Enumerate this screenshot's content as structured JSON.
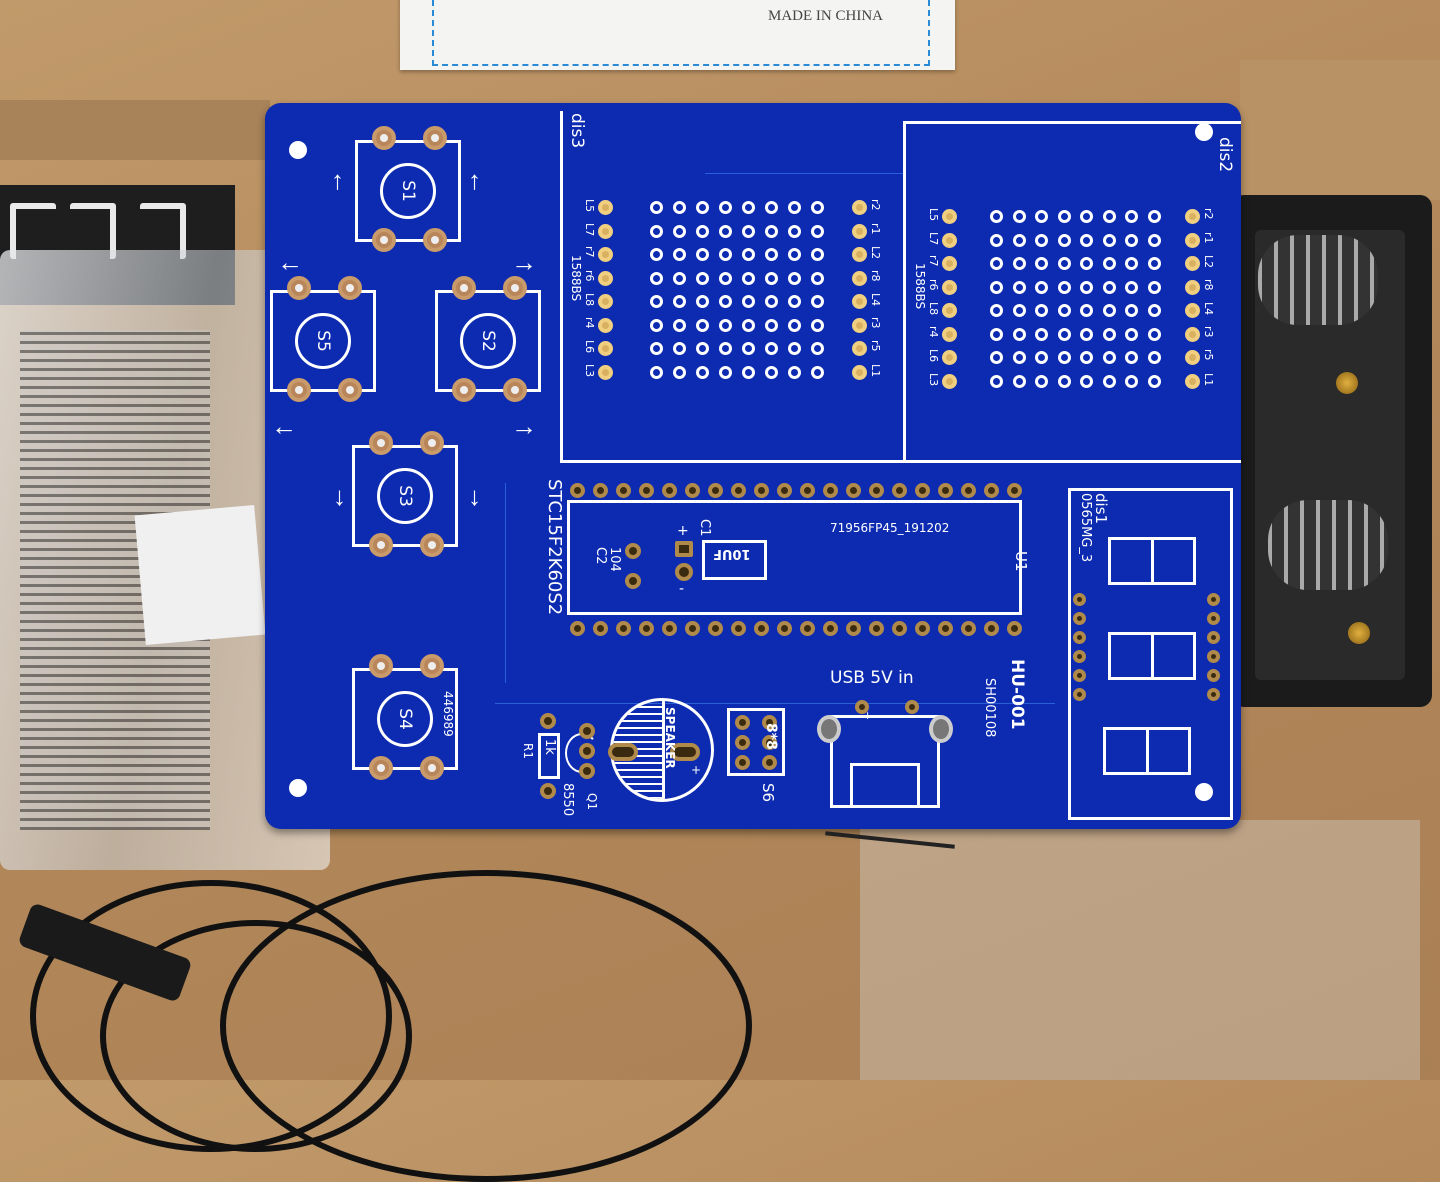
{
  "label": {
    "text": "MADE IN CHINA"
  },
  "pcb": {
    "board_name": "HU-001",
    "board_code": "SH00108",
    "buttons": [
      {
        "id": "S1",
        "label": "S1",
        "direction": "up"
      },
      {
        "id": "S5",
        "label": "S5",
        "direction": "left"
      },
      {
        "id": "S2",
        "label": "S2",
        "direction": "right"
      },
      {
        "id": "S3",
        "label": "S3",
        "direction": "down"
      },
      {
        "id": "S4",
        "label": "S4"
      }
    ],
    "s4_code": "446989",
    "matrix_left": {
      "name": "dis3",
      "part": "1588BS",
      "left_pins": [
        "L5",
        "L7",
        "r7",
        "r6",
        "L8",
        "r4",
        "L6",
        "L3"
      ],
      "right_pins": [
        "r2",
        "r1",
        "L2",
        "r8",
        "L4",
        "r3",
        "r5",
        "L1"
      ]
    },
    "matrix_right": {
      "name": "dis2",
      "part": "1588BS",
      "left_pins": [
        "L5",
        "L7",
        "r7",
        "r6",
        "L8",
        "r4",
        "L6",
        "L3"
      ],
      "right_pins": [
        "r2",
        "r1",
        "L2",
        "r8",
        "L4",
        "r3",
        "r5",
        "L1"
      ]
    },
    "mcu": {
      "name": "STC15F2K60S2",
      "ref": "U1",
      "code": "71956FP45_191202"
    },
    "c1": {
      "ref": "C1",
      "value": "10UF",
      "plus": "+",
      "minus": "-"
    },
    "c2": {
      "ref": "C2",
      "value": "104"
    },
    "seven_seg": {
      "name": "dis1",
      "part": "0565MG_3"
    },
    "usb": {
      "label": "USB 5V in",
      "plus": "+",
      "minus": "-"
    },
    "header": {
      "label": "8*8",
      "ref": "S6"
    },
    "speaker": {
      "label": "SPEAKER",
      "plus": "+"
    },
    "r1": {
      "ref": "R1",
      "value": "1k"
    },
    "q1": {
      "ref": "Q1",
      "value": "8550"
    }
  }
}
